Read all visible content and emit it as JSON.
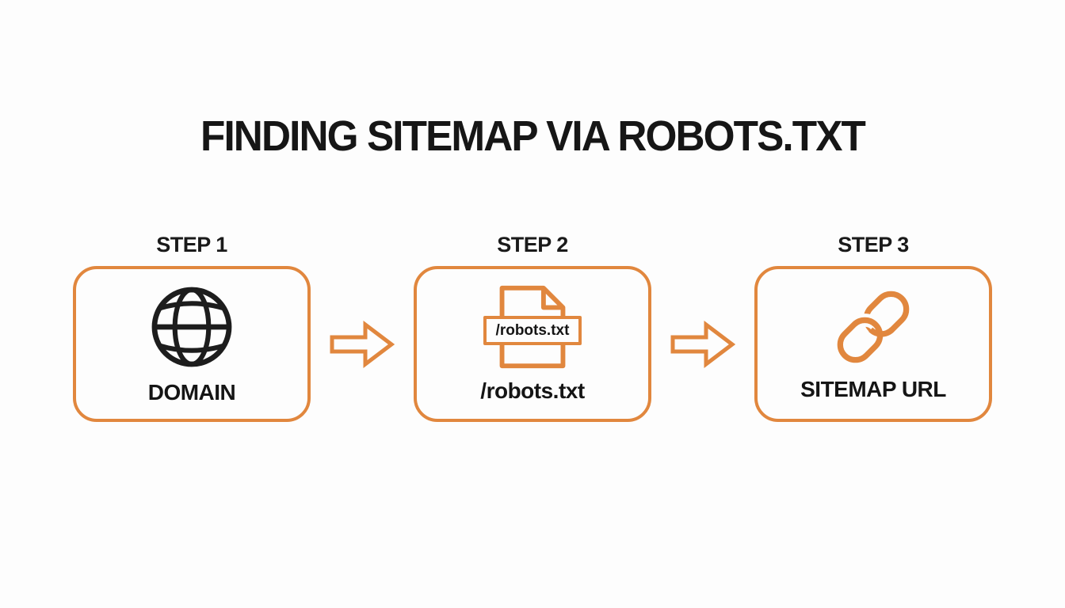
{
  "page": {
    "title": "FINDING SITEMAP VIA ROBOTS.TXT"
  },
  "colors": {
    "accent_orange": "#E1873E",
    "ink_black": "#1A1A1A",
    "background": "#FDFDFD"
  },
  "steps": [
    {
      "step_label": "STEP 1",
      "icon": "globe-icon",
      "caption": "DOMAIN"
    },
    {
      "step_label": "STEP 2",
      "icon": "robots-file-icon",
      "file_badge_text": "/robots.txt",
      "caption": "/robots.txt"
    },
    {
      "step_label": "STEP 3",
      "icon": "chain-link-icon",
      "caption": "SITEMAP URL"
    }
  ],
  "connectors": [
    {
      "icon": "arrow-right-icon"
    },
    {
      "icon": "arrow-right-icon"
    }
  ]
}
